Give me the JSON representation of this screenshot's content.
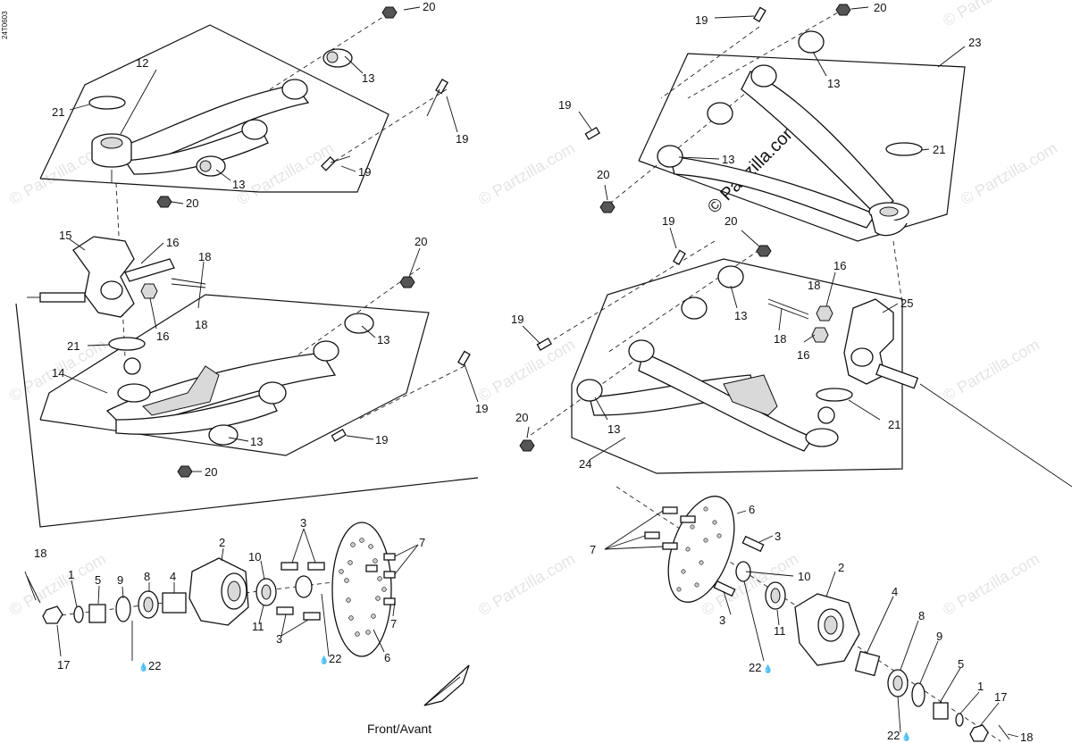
{
  "drawing_code": "24T0603",
  "watermark_text": "© Partzilla.com",
  "front_label": "Front/Avant",
  "callouts": {
    "c1": "1",
    "c2": "2",
    "c3": "3",
    "c4": "4",
    "c5": "5",
    "c6": "6",
    "c7": "7",
    "c8": "8",
    "c9": "9",
    "c10": "10",
    "c11": "11",
    "c12": "12",
    "c13": "13",
    "c14": "14",
    "c15": "15",
    "c16": "16",
    "c17": "17",
    "c18": "18",
    "c19": "19",
    "c20": "20",
    "c21": "21",
    "c22": "22",
    "c23": "23",
    "c24": "24",
    "c25": "25"
  },
  "lube_symbol": "💧"
}
